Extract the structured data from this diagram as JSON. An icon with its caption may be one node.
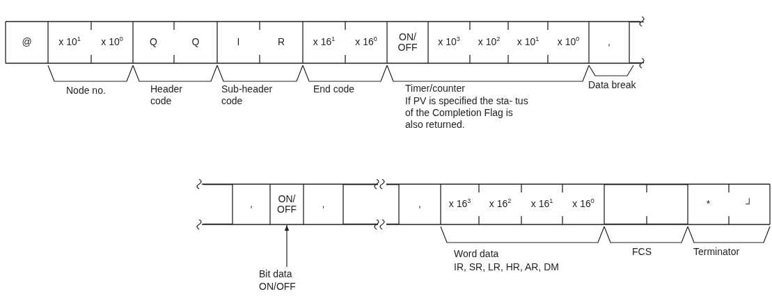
{
  "diagram": {
    "nodes": [
      {
        "text": [
          "@"
        ]
      },
      {
        "text": [
          "x 10$^{1}$"
        ]
      },
      {
        "text": [
          "x 10$^{0}$"
        ]
      },
      {
        "text": [
          "Q"
        ]
      },
      {
        "text": [
          "Q"
        ]
      },
      {
        "text": [
          "I"
        ]
      },
      {
        "text": [
          "R"
        ]
      },
      {
        "text": [
          "x 16$^{1}$"
        ]
      },
      {
        "text": [
          "x 16$^{0}$"
        ]
      },
      {
        "text": [
          "ON/ OFF"
        ]
      },
      {
        "text": [
          "x 10$^{3}$"
        ]
      },
      {
        "text": [
          "x 10$^{2}$"
        ]
      },
      {
        "text": [
          "x 10$^{1}$"
        ]
      },
      {
        "text": [
          "x 10$^{0}$"
        ]
      },
      {
        "text": [
          ","
        ]
      },
      {
        "text": [],
        "shape": "box"
      },
      {
        "text": [],
        "shape": "box"
      },
      {
        "text": [
          ","
        ]
      },
      {
        "text": [
          "ON/ OFF"
        ]
      },
      {
        "text": [
          ","
        ]
      },
      {
        "text": [],
        "shape": "box"
      },
      {
        "text": [],
        "shape": "box"
      },
      {
        "text": [
          ","
        ]
      },
      {
        "text": [
          "x 16$^{3}$"
        ]
      },
      {
        "text": [
          "x 16$^{2}$"
        ]
      },
      {
        "text": [
          "x 16$^{1}$"
        ]
      },
      {
        "text": [
          "x 16$^{0}$"
        ]
      },
      {
        "text": [],
        "shape": "box"
      },
      {
        "text": [],
        "shape": "box"
      },
      {
        "text": [
          "*"
        ]
      },
      {
        "text": [
          "┘"
        ]
      },
      {
        "text": [
          "Bit data ON/OFF"
        ]
      }
    ],
    "edges": [
      {
        "from": 31,
        "to": 18,
        "arrow": "to"
      }
    ],
    "labels": [
      "Node no.",
      "Header code",
      "Sub-header code",
      "End code",
      "Timer/counter",
      "If PV is specified the sta- tus of the Completion Flag is also returned.",
      "Data break",
      "Word data",
      "IR, SR, LR, HR, AR, DM",
      "FCS",
      "Terminator"
    ]
  }
}
